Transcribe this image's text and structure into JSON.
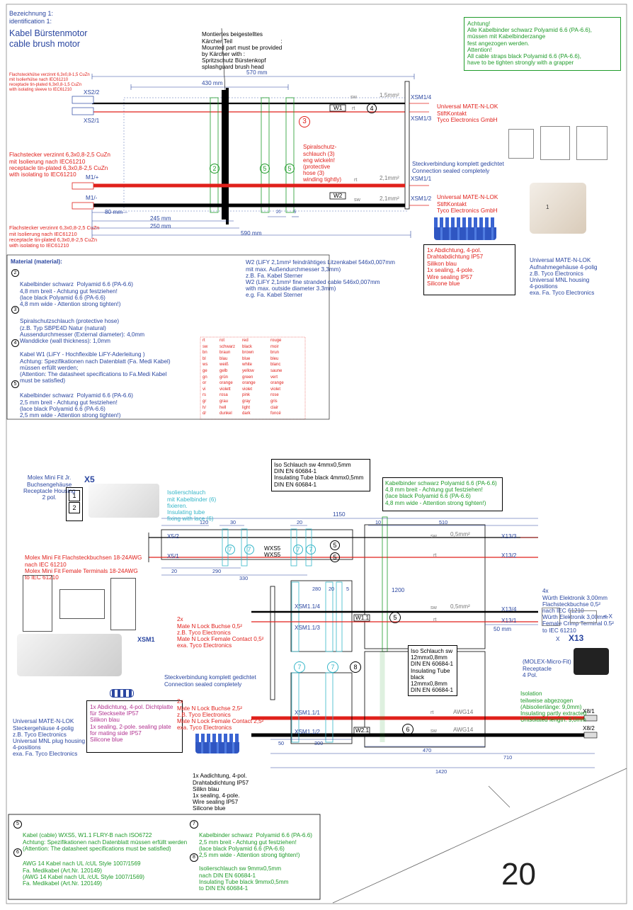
{
  "top_left": {
    "line1": "Bezeichnung 1:",
    "line2": "identification 1:",
    "title1": "Kabel Bürstenmotor",
    "title2": "cable brush motor"
  },
  "top_center_note": [
    "Montiertes beigestelltes",
    "Kärcher Teil                              :",
    "Mounted part must be provided",
    "by Kärcher with :",
    "Spritzschutz Bürstenkopf",
    "splashguard brush head"
  ],
  "attention": [
    "Achtung!",
    "Alle Kabelbinder schwarz Polyamid 6.6 (PA-6.6),",
    "müssen mit Kabelbinderzange",
    "fest angezogen werden.",
    "Attention!",
    "All cable straps black Polyamid 6.6 (PA-6.6),",
    "have to be tighten strongly with a grapper"
  ],
  "top_left_note1": [
    "Flachsteckhülse verzinnt 6,3x0,8-1,5 CuZn",
    "mit Isolierhülse nach IEC61210",
    "receptacle tin-plated 6,3x0,8-1,5 CuZn",
    "with isolating sleeve to IEC61210"
  ],
  "top_left_note2": [
    "Flachstecker verzinnt 6,3x0,8-2,5 CuZn",
    "mit Isolierung nach IEC61210",
    "receptacle tin-plated 6,3x0,8-2,5 CuZn",
    "with isolating to IEC61210"
  ],
  "top_left_note3": [
    "Flachstecker verzinnt 6,3x0,8-2,5 CuZn",
    "mit Isolierung nach IEC61210",
    "receptacle tin-plated 6,3x0,8-2,5 CuZn",
    "with isolating to IEC61210"
  ],
  "top_dims": {
    "d570": "570 mm",
    "d430": "430 mm",
    "d245": "245 mm",
    "d250": "250 mm",
    "d590": "590 mm",
    "d80": "80 mm",
    "d20": "20",
    "d5": "5"
  },
  "top_labels": {
    "xs22": "XS2/2",
    "xs21": "XS2/1",
    "m1p": "M1/+",
    "m1m": "M1/-",
    "xsm14": "XSM1/4",
    "xsm13": "XSM1/3",
    "xsm11": "XSM1/1",
    "xsm12": "XSM1/2",
    "sw": "sw",
    "rt": "rt",
    "rt2": "rt",
    "sw2": "sw",
    "mm15": "1,5mm²",
    "mm21a": "2,1mm²",
    "mm21b": "2,1mm²",
    "w1": "W1",
    "w2": "W2",
    "c2": "2",
    "c3": "3",
    "c4": "4",
    "c5a": "5",
    "c5b": "5"
  },
  "spiral_note": [
    "Spiralschutz-",
    "schlauch (3)",
    "eng wickeln!",
    "(protective",
    "hose (3)",
    "winding tightly)"
  ],
  "mate_note1": [
    "Universal MATE-N-LOK",
    "StiftKontakt",
    "Tyco Electronics GmbH"
  ],
  "mate_note2": [
    "Universal MATE-N-LOK",
    "StiftKontakt",
    "Tyco Electronics GmbH"
  ],
  "steck_note": [
    "Steckverbindung komplett gedichtet",
    "Connection sealed completely"
  ],
  "universal_housing": [
    "Universal MATE-N-LOK",
    "Aufnahmegehäuse 4-polig",
    "z.B. Tyco Electronics",
    "Universal MNL housing",
    "4-positions",
    "exa. Fa. Tyco Electronics"
  ],
  "w2_note": [
    "W2 (LiFY 2,1mm² feindrähtiges Litzenkabel 546x0,007mm",
    "mit max. Außendurchmesser 3,3mm)",
    "z.B. Fa. Kabel Sterner",
    "W2 (LiFY 2,1mm² fine stranded cable 546x0,007mm",
    "with max. outside diameter 3.3mm)",
    "e.g. Fa. Kabel Sterner"
  ],
  "sealing_box1": [
    "1x Abdichtung, 4-pol.",
    "Drahtabdichtung IP57",
    "Silikon blau",
    "1x sealing, 4-pole.",
    "Wire sealing IP57",
    "Silicone blue"
  ],
  "material": {
    "head": "Material (material):",
    "n2": [
      "Kabelbinder schwarz  Polyamid 6.6 (PA-6.6)",
      "4,8 mm breit - Achtung gut festziehen!",
      "(lace black Polyamid 6.6 (PA-6.6)",
      "4,8 mm wide - Attention strong tighten!)"
    ],
    "n3": [
      "Spiralschutzschlauch (protective hose)",
      "(z.B. Typ SBPE4D Natur (natural)",
      "Aussendurchmesser (External diameter): 4,0mm",
      "Wanddicke (wall thickness): 1,0mm"
    ],
    "n4": [
      "Kabel W1 (LiFY - Hochflexible LiFY-Aderleitung )",
      "Achtung: Spezifikationen nach Datenblatt (Fa. Medi Kabel)",
      "müssen erfüllt werden;",
      "(Attention: The datasheet specifications to Fa.Medi Kabel",
      "must be satisfied)"
    ],
    "n5": [
      "Kabelbinder schwarz  Polyamid 6.6 (PA-6.6)",
      "2,5 mm breit - Achtung gut festziehen!",
      "(lace black Polyamid 6.6 (PA-6.6)",
      "2,5 mm wide - Attention strong tighten!)"
    ],
    "c2": "2",
    "c3": "3",
    "c4": "4",
    "c5": "5"
  },
  "color_table": [
    [
      "rt",
      "rot",
      "red",
      "rouge"
    ],
    [
      "sw",
      "schwarz",
      "black",
      "moir"
    ],
    [
      "bn",
      "braun",
      "brown",
      "brun"
    ],
    [
      "bl",
      "blau",
      "blue",
      "bleu"
    ],
    [
      "ws",
      "weiß",
      "white",
      "blanc"
    ],
    [
      "ge",
      "gelb",
      "yellow",
      "saune"
    ],
    [
      "gn",
      "grün",
      "green",
      "vert"
    ],
    [
      "or",
      "orange",
      "orange",
      "orange"
    ],
    [
      "vi",
      "violett",
      "violet",
      "violet"
    ],
    [
      "rs",
      "rosa",
      "pink",
      "rose"
    ],
    [
      "gr",
      "grau",
      "gray",
      "gris"
    ],
    [
      "h/",
      "hell",
      "light",
      "clair"
    ],
    [
      "d/",
      "dunkel",
      "dark",
      "foncé"
    ]
  ],
  "molex_note": [
    "Molex Mini Fit Jr.",
    "Buchsengehäuse",
    "Receptacle Housing",
    "2 pol."
  ],
  "x5": "X5",
  "x5_pins": [
    "1",
    "2"
  ],
  "iso_cyan": [
    "Isolierschlauch",
    "mit Kabelbinder (6)",
    "fixieren.",
    "Insulating tube",
    "fixing with lace (6)"
  ],
  "iso_box1": [
    "Iso Schlauch sw 4mmx0,5mm",
    "DIN EN 60684-1",
    "Insulating Tube black 4mmx0,5mm",
    "DIN EN 60684-1"
  ],
  "green_box": [
    "Kabelbinder schwarz  Polyamid 6.6 (PA-6.6)",
    "4,8 mm breit - Achtung gut festziehen!",
    "(lace black Polyamid 6.6 (PA-6.6)",
    "4,8 mm wide - Attention strong tighten!)"
  ],
  "bottom_dims": {
    "d1150": "1150",
    "d120": "120",
    "d30": "30",
    "d20a": "20",
    "d10": "10",
    "d510": "510",
    "d20b": "20",
    "d290": "290",
    "d330": "330",
    "d280": "280",
    "d20c": "20",
    "d5": "5",
    "d1200": "1200",
    "d50a": "50 mm",
    "d50b": "50",
    "d300": "300",
    "d470": "470",
    "d710": "710",
    "d1420": "1420"
  },
  "bottom_labels": {
    "x52": "X5/2",
    "x51": "X5/1",
    "wxs5a": "WXS5",
    "wxs5b": "WXS5",
    "x133": "X13/3",
    "x132": "X13/2",
    "x134": "X13/4",
    "x131": "X13/1",
    "xsm114": "XSM1.1/4",
    "xsm113": "XSM1.1/3",
    "xsm111": "XSM1.1/1",
    "xsm112": "XSM1.1/2",
    "w11": "W1.1",
    "w21": "W2.1",
    "sw1": "sw",
    "mm05a": "0,5mm²",
    "rt1": "rt",
    "sw2": "sw",
    "mm05b": "0,5mm²",
    "rt2": "rt",
    "rt3": "rt",
    "awg14a": "AWG14",
    "sw3": "sw",
    "awg14b": "AWG14",
    "x81": "X8/1",
    "x82": "X8/2",
    "c7": "7",
    "c8": "8",
    "c5": "5",
    "c6": "6",
    "x": "X",
    "x13": "X13",
    "arrowx": "<-X",
    "xsm1": "XSM1"
  },
  "molex_fitted": [
    "Molex Mini Fit Flachsteckbuchsen 18-24AWG",
    "nach IEC 61210",
    "Molex Mini Fit Female Terminals 18-24AWG",
    "to IEC 61210"
  ],
  "wurth": [
    "4x",
    "Würth Elektronik 3,00mm",
    "Flachsteckbuchse 0,5²",
    "nach IEC 61210",
    "Würth Elektronik 3,00mm",
    "Female Crimp Terminal 0.5²",
    "to IEC 61210"
  ],
  "mate_bu05": [
    "2x",
    "Mate N Lock Buchse 0,5²",
    "z.B. Tyco Electronics",
    "Mate N Lock Female Contact 0,5²",
    "exa. Tyco Electronics"
  ],
  "mate_bu25": [
    "2x",
    "Mate N Lock Buchse 2,5²",
    "z.B. Tyco Electronics",
    "Mate N Lock Female Contact 2,5²",
    "exa. Tyco Electronics"
  ],
  "steck_note2": [
    "Steckverbindung komplett gedichtet",
    "Connection sealed completely"
  ],
  "iso_box2": [
    "Iso Schlauch sw",
    "12mmx0,8mm",
    "DIN EN 60684-1",
    "Insulating Tube",
    "black 12mmx0,8mm",
    "DIN EN 60684-1"
  ],
  "molex_micro": [
    "(MOLEX-Micro-Fit)",
    "Receptacle",
    "4 Pol."
  ],
  "isolation_green": [
    "Isolation",
    "teilweise abgezogen",
    "(Abisolierlänge: 9,0mm)",
    "Insulating partly extracted",
    "Unisolated length: 9,0mm"
  ],
  "universal_plug": [
    "Universal MATE-N-LOK",
    "Steckergehäuse 4-polig",
    "z.B. Tyco Electronics",
    "Universal MNL plug housing",
    "4-positions",
    "exa. Fa. Tyco Electronics"
  ],
  "magenta_box": [
    "1x Abdichtung, 4-pol. Dichtplatte",
    "für Steckseite IP57",
    "Silikon blau",
    "1x sealing, 2-pole. sealing plate",
    "for mating side IP57",
    "Silicone blue"
  ],
  "sealing_note2": [
    "1x Aadichtung, 4-pol.",
    "Drahtabdichtung IP57",
    "Silikn blau",
    "1x sealing, 4-pole.",
    "Wire sealing IP57",
    "Silicone blue"
  ],
  "legend_box": {
    "n5": [
      "Kabel (cable) WXS5, W1.1 FLRY-B nach ISO6722",
      "Achtung: Spezifikationen nach Datenblatt müssen erfüllt werden",
      "(Attention: The datasheet specifications must be satisfied)"
    ],
    "n6": [
      "AWG 14 Kabel nach UL /cUL Style 1007/1569",
      "Fa. Medikabel (Art.Nr. 120149)",
      "(AWG 14 Kabel nach UL /cUL Style 1007/1569)",
      "Fa. Medikabel (Art.Nr. 120149)"
    ],
    "n7": [
      "Kabelbinder schwarz  Polyamid 6.6 (PA-6.6)",
      "2,5 mm breit - Achtung gut festziehen!",
      "(lace black Polyamid 6.6 (PA-6.6)",
      "2,5 mm wide - Attention strong tighten!)"
    ],
    "n8": [
      "Isolierschlauch sw 9mmx0,5mm",
      "nach DIN EN 60684-1",
      "Insulating Tube black 9mmx0,5mm",
      "to DIN EN 60684-1"
    ],
    "c5": "5",
    "c6": "6",
    "c7": "7",
    "c8": "8"
  },
  "page_number": "20",
  "colors": {
    "red": "#e0201b",
    "blue": "#2a46a0",
    "green": "#1f9b2a",
    "cyan": "#35b6c8",
    "magenta": "#b0308f"
  }
}
